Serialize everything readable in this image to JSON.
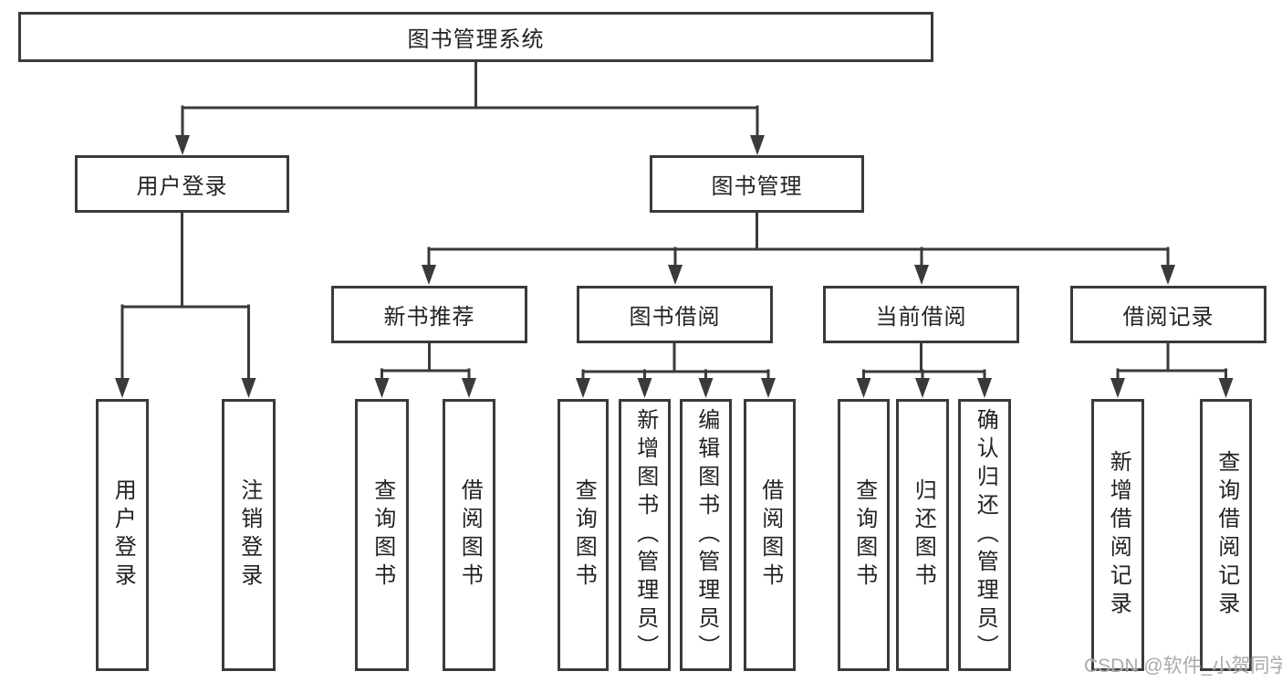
{
  "colors": {
    "line": "#3a3a3a",
    "box_border": "#3a3a3a",
    "text": "#222222",
    "watermark": "#a6a6a6",
    "bg": "#ffffff"
  },
  "tree": {
    "root": {
      "label": "图书管理系统"
    },
    "branches": [
      {
        "label": "用户登录",
        "children": [
          {
            "label": "用户登录"
          },
          {
            "label": "注销登录"
          }
        ]
      },
      {
        "label": "图书管理",
        "groups": [
          {
            "label": "新书推荐",
            "children": [
              {
                "label": "查询图书"
              },
              {
                "label": "借阅图书"
              }
            ]
          },
          {
            "label": "图书借阅",
            "children": [
              {
                "label": "查询图书"
              },
              {
                "label": "新增图书（管理员）"
              },
              {
                "label": "编辑图书（管理员）"
              },
              {
                "label": "借阅图书"
              }
            ]
          },
          {
            "label": "当前借阅",
            "children": [
              {
                "label": "查询图书"
              },
              {
                "label": "归还图书"
              },
              {
                "label": "确认归还（管理员）"
              }
            ]
          },
          {
            "label": "借阅记录",
            "children": [
              {
                "label": "新增借阅记录"
              },
              {
                "label": "查询借阅记录"
              }
            ]
          }
        ]
      }
    ]
  },
  "watermark": {
    "text": "CSDN @软件_小贺同学"
  }
}
